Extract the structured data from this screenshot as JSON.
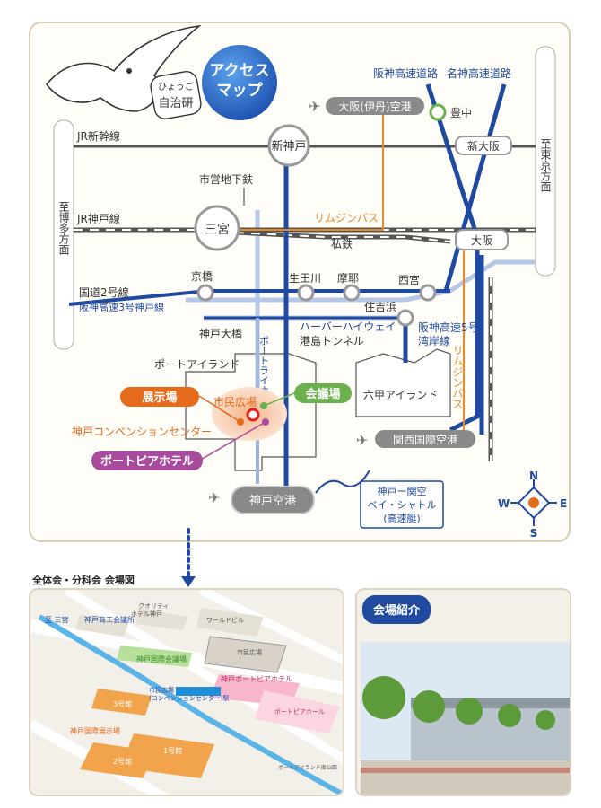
{
  "map": {
    "title_line1": "アクセス",
    "title_line2": "マップ",
    "logo_line1": "ひょうご",
    "logo_line2": "自治研",
    "lines": {
      "jr_shinkansen": "JR新幹線",
      "jr_kobe": "JR神戸線",
      "subway": "市営地下鉄",
      "private_rail": "私鉄",
      "limousine_h": "リムジンバス",
      "limousine_v": "リムジンバス",
      "route2": "国道2号線",
      "hanshin3": "阪神高速3号神戸線",
      "hanshin_expy": "阪神高速道路",
      "meishin": "名神高速道路",
      "harbor_line1": "ハーバーハイウェイ",
      "harbor_line2": "港島トンネル",
      "hanshin5_line1": "阪神高速5号",
      "hanshin5_line2": "湾岸線",
      "port_liner": "ポートライナー"
    },
    "stations": {
      "shinkobe": "新神戸",
      "sannomiya": "三宮",
      "shin_osaka": "新大阪",
      "osaka": "大阪",
      "toyonaka": "豊中",
      "itami_airport": "大阪(伊丹)空港",
      "kyobashi": "京橋",
      "ikutagawa": "生田川",
      "maya": "摩耶",
      "nishinomiya": "西宮",
      "sumiyoshihama": "住吉浜",
      "kobe_ohashi": "神戸大橋",
      "kobe_airport": "神戸空港",
      "kansai_airport": "関西国際空港",
      "shimin_hiroba": "市民広場"
    },
    "areas": {
      "port_island": "ポートアイランド",
      "rokko_island": "六甲アイランド"
    },
    "directions": {
      "to_tokyo": "至東京方面",
      "to_hakata": "至博多方面"
    },
    "venues": {
      "exhibition": "展示場",
      "conference": "会議場",
      "convention_center": "神戸コンベンションセンター",
      "hotel": "ポートピアホテル"
    },
    "shuttle_line1": "神戸ー関空",
    "shuttle_line2": "ベイ・シャトル",
    "shuttle_line3": "(高速艇)",
    "compass": {
      "n": "N",
      "s": "S",
      "e": "E",
      "w": "W"
    }
  },
  "venue_map": {
    "title": "全体会・分科会 会場図",
    "labels": {
      "quality_hotel_line1": "クオリティ",
      "quality_hotel_line2": "ホテル神戸",
      "to_sannomiya": "至 三宮",
      "chamber": "神戸商工会議所",
      "world_bldg": "ワールドビル",
      "shimin_hiroba_bldg": "市民広場",
      "intl_conf": "神戸国際会議場",
      "portopia_hotel": "神戸ポートピアホテル",
      "station_line1": "市民広場",
      "station_line2": "(コンベンションセンター)駅",
      "portopia_hall": "ポートピアホール",
      "hall3": "3号館",
      "intl_exhibit": "神戸国際展示場",
      "hall1": "1号館",
      "hall2": "2号館",
      "park": "ポートアイランド南公園"
    }
  },
  "photo": {
    "badge": "会場紹介"
  },
  "colors": {
    "blue_rail": "#1f4aa0",
    "gray_rail": "#8a8a8a",
    "orange_bus": "#e88a2a",
    "light_blue": "#9db5dc",
    "exhibition_orange": "#e56a1c",
    "conference_green": "#6ab04c",
    "hotel_purple": "#a94b9c"
  }
}
